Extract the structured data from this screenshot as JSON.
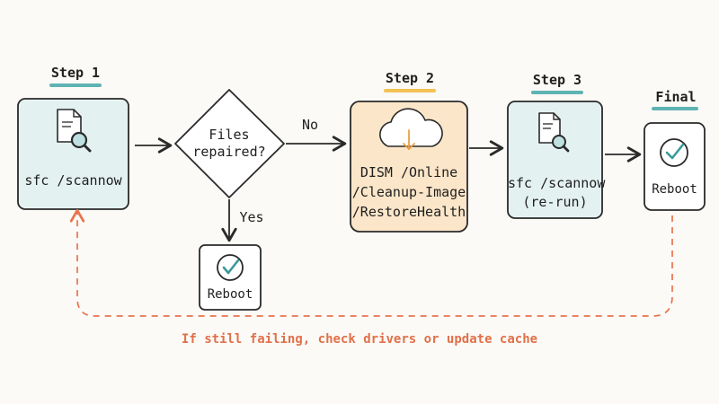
{
  "colors": {
    "ink": "#2a2a2a",
    "teal_accent": "#5fb3b3",
    "gold_accent": "#f2c253",
    "orange_dashed": "#e8734d",
    "box_teal_fill": "#e4f1f1",
    "box_orange_fill": "#fbe6c9",
    "box_white_fill": "#ffffff"
  },
  "steps": {
    "step1": {
      "label": "Step 1",
      "command": "sfc /scannow",
      "icon": "document-search-icon"
    },
    "decision": {
      "line1": "Files",
      "line2": "repaired?"
    },
    "step2": {
      "label": "Step 2",
      "lines": [
        "DISM /Online",
        "/Cleanup-Image",
        "/RestoreHealth"
      ],
      "icon": "cloud-download-icon"
    },
    "step3": {
      "label": "Step 3",
      "line1": "sfc /scannow",
      "line2": "(re-run)",
      "icon": "document-search-icon"
    },
    "final": {
      "label": "Final",
      "text": "Reboot",
      "icon": "check-circle-icon"
    }
  },
  "branches": {
    "no": "No",
    "yes": "Yes"
  },
  "yes_box": {
    "text": "Reboot",
    "icon": "check-circle-icon"
  },
  "footer": "If still failing, check drivers or update cache"
}
